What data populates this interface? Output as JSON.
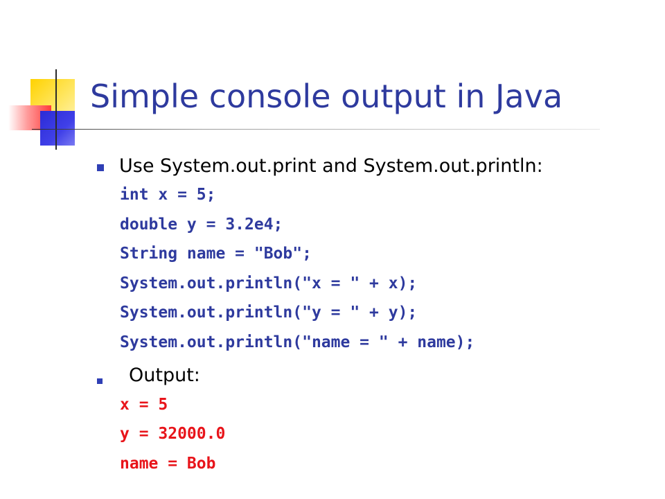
{
  "title": "Simple console output in Java",
  "bullets": [
    {
      "text": "Use System.out.print and System.out.println:"
    },
    {
      "text": "Output:"
    }
  ],
  "code_lines": [
    "int x = 5;",
    "double y = 3.2e4;",
    "String name = \"Bob\";",
    "System.out.println(\"x = \" + x);",
    "System.out.println(\"y = \" + y);",
    "System.out.println(\"name = \" + name);"
  ],
  "output_lines": [
    "x = 5",
    "y = 32000.0",
    "name = Bob"
  ],
  "colors": {
    "title": "#2e3a9e",
    "code": "#2e3a9e",
    "output": "#e8141a",
    "bullet": "#2f3fb5"
  }
}
